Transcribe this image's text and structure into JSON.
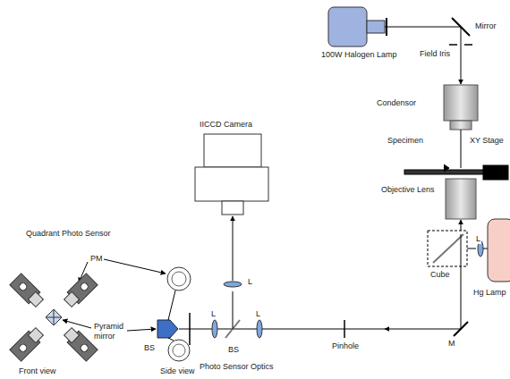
{
  "diagram": {
    "labels": [
      "Mirror",
      "100W Halogen Lamp",
      "Field Iris",
      "IICCD Camera",
      "Condensor",
      "Specimen",
      "XY Stage",
      "Objective Lens",
      "Quadrant Photo Sensor",
      "PM",
      "Hg Lamp",
      "L",
      "Cube",
      "L",
      "M",
      "Pyramid mirror",
      "BS",
      "BS",
      "L",
      "L",
      "Pinhole",
      "Front view",
      "Side view",
      "Photo Sensor Optics"
    ]
  }
}
